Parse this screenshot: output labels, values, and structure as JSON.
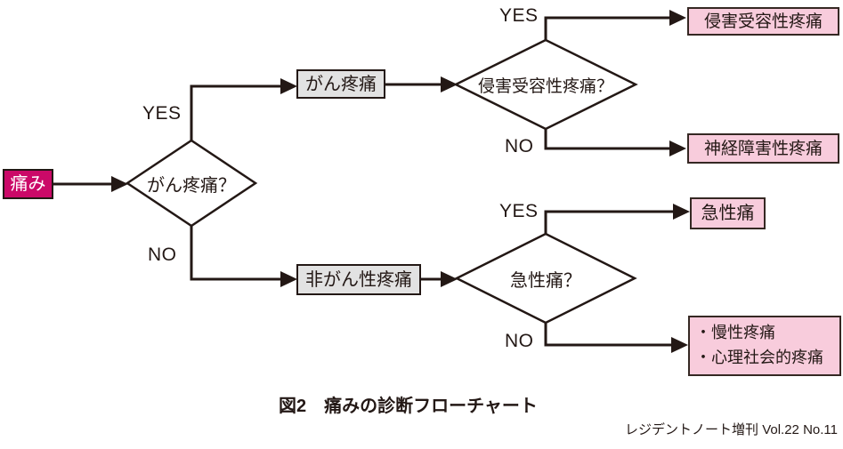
{
  "figure": {
    "caption": "図2　痛みの診断フローチャート",
    "credit": "レジデントノート増刊 Vol.22 No.11"
  },
  "flowchart": {
    "start": {
      "label": "痛み"
    },
    "branch_labels": {
      "yes": "YES",
      "no": "NO"
    },
    "decisions": [
      {
        "label": "がん疼痛？"
      },
      {
        "label": "侵害受容性疼痛？"
      },
      {
        "label": "急性痛？"
      }
    ],
    "processes": [
      {
        "label": "がん疼痛"
      },
      {
        "label": "非がん性疼痛"
      }
    ],
    "results": [
      {
        "label": "侵害受容性疼痛"
      },
      {
        "label": "神経障害性疼痛"
      },
      {
        "label": "急性痛"
      },
      {
        "lines": [
          "・慢性疼痛",
          "・心理社会的疼痛"
        ]
      }
    ]
  },
  "colors": {
    "start_fill": "#CB0968",
    "result_fill": "#F8CCDC",
    "process_fill": "#E2E2E2",
    "line_color": "#231815"
  }
}
